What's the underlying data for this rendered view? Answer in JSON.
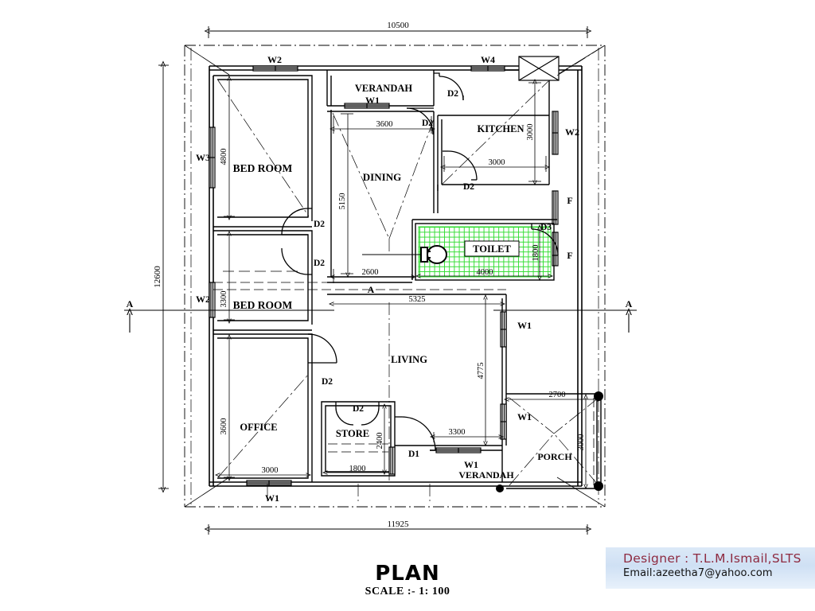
{
  "drawing": {
    "title": "PLAN",
    "scale_label": "SCALE :-  1: 100",
    "overall_width_dim": "10500",
    "overall_height_dim": "12600",
    "plot_bottom_dim": "11925"
  },
  "rooms": [
    {
      "key": "bed_room_1",
      "label": "BED ROOM",
      "width_dim": "",
      "height_dim": "4800"
    },
    {
      "key": "bed_room_2",
      "label": "BED ROOM",
      "width_dim": "",
      "height_dim": "3300"
    },
    {
      "key": "verandah_top",
      "label": "VERANDAH",
      "width_dim": "",
      "height_dim": ""
    },
    {
      "key": "dining",
      "label": "DINING",
      "width_dim": "3600",
      "height_dim": "5150"
    },
    {
      "key": "kitchen",
      "label": "KITCHEN",
      "width_dim": "3000",
      "height_dim": "3000"
    },
    {
      "key": "toilet",
      "label": "TOILET",
      "width_dim": "4000",
      "height_dim": "1800"
    },
    {
      "key": "living",
      "label": "LIVING",
      "width_dim": "5325",
      "height_dim": "4775"
    },
    {
      "key": "office",
      "label": "OFFICE",
      "width_dim": "3000",
      "height_dim": "3600"
    },
    {
      "key": "store",
      "label": "STORE",
      "width_dim": "1800",
      "height_dim": "2400"
    },
    {
      "key": "porch",
      "label": "PORCH",
      "width_dim": "2700",
      "height_dim": "3000"
    },
    {
      "key": "verandah_bottom",
      "label": "VERANDAH",
      "width_dim": "3300",
      "height_dim": ""
    }
  ],
  "openings": {
    "windows": [
      {
        "id": "w2_top_bedroom",
        "label": "W2"
      },
      {
        "id": "w4_kitchen_top",
        "label": "W4"
      },
      {
        "id": "w1_verandah_top",
        "label": "W1"
      },
      {
        "id": "w3_bed1_left",
        "label": "W3"
      },
      {
        "id": "w2_kitchen_right",
        "label": "W2"
      },
      {
        "id": "w2_bed2_left",
        "label": "W2"
      },
      {
        "id": "w1_living_right_upper",
        "label": "W1"
      },
      {
        "id": "w1_living_right_lower",
        "label": "W1"
      },
      {
        "id": "w1_office_bottom",
        "label": "W1"
      },
      {
        "id": "w1_verandah_bottom",
        "label": "W1"
      }
    ],
    "doors": [
      {
        "id": "d2_verandah_kitchen",
        "label": "D2"
      },
      {
        "id": "d2_verandah_dining",
        "label": "D2"
      },
      {
        "id": "d2_kitchen_dining",
        "label": "D2"
      },
      {
        "id": "d2_bed1_dining",
        "label": "D2"
      },
      {
        "id": "d2_bed2_dining",
        "label": "D2"
      },
      {
        "id": "d3_toilet",
        "label": "D3"
      },
      {
        "id": "d2_office_living",
        "label": "D2"
      },
      {
        "id": "d2_store",
        "label": "D2"
      },
      {
        "id": "d1_living_verandah",
        "label": "D1"
      }
    ],
    "fixed_vents": [
      {
        "id": "f_right_upper",
        "label": "F"
      },
      {
        "id": "f_right_lower",
        "label": "F"
      }
    ]
  },
  "section_markers": [
    {
      "id": "section-a-left",
      "label": "A"
    },
    {
      "id": "section-a-mid",
      "label": "A"
    },
    {
      "id": "section-a-right",
      "label": "A"
    }
  ],
  "dimensions": {
    "top_overall": "10500",
    "left_overall": "12600",
    "bottom_overall": "11925",
    "dining_width": "3600",
    "dining_height": "5150",
    "bed1_height": "4800",
    "bed2_height": "3300",
    "kitchen_width": "3000",
    "kitchen_height": "3000",
    "toilet_width": "4000",
    "toilet_height": "1800",
    "toilet_offset": "2600",
    "living_width": "5325",
    "living_height": "4775",
    "office_width": "3000",
    "office_height": "3600",
    "store_width": "1800",
    "store_height": "2400",
    "verandah_bottom_width": "3300",
    "porch_width": "2700",
    "porch_height": "3000"
  },
  "designer": {
    "line1": "Designer : T.L.M.Ismail,SLTS",
    "line2": "Email:azeetha7@yahoo.com"
  },
  "colors": {
    "tile_green": "#33dd33",
    "designer_text": "#8e2a40",
    "designer_bg": "#d3e4f5",
    "line": "#000000"
  }
}
